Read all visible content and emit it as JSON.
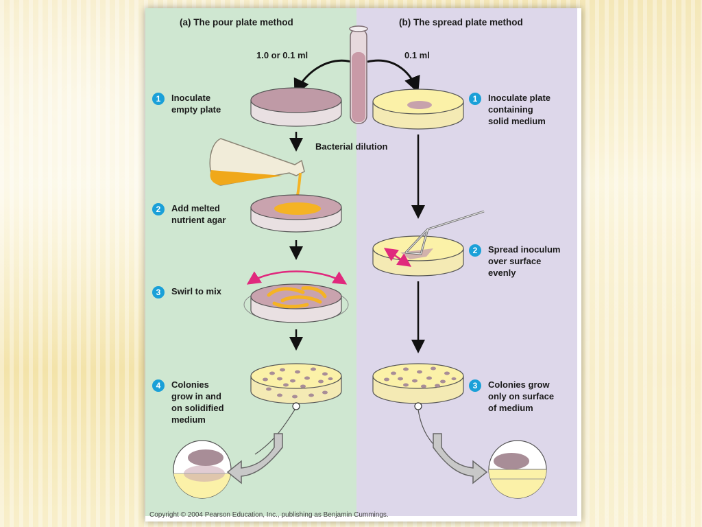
{
  "pour": {
    "title": "(a) The pour plate method",
    "volume": "1.0 or 0.1 ml",
    "step1_num": "1",
    "step1": "Inoculate\nempty plate",
    "step2_num": "2",
    "step2": "Add melted\nnutrient agar",
    "step3_num": "3",
    "step3": "Swirl to mix",
    "step4_num": "4",
    "step4": "Colonies\ngrow in and\non solidified\nmedium"
  },
  "spread": {
    "title": "(b) The spread plate method",
    "volume": "0.1 ml",
    "step1_num": "1",
    "step1": "Inoculate plate\ncontaining\nsolid medium",
    "step2_num": "2",
    "step2": "Spread inoculum\nover surface\nevenly",
    "step3_num": "3",
    "step3": "Colonies grow\nonly on surface\nof medium"
  },
  "tube_label": "Bacterial dilution",
  "copyright": "Copyright © 2004 Pearson Education, Inc., publishing as Benjamin Cummings.",
  "colors": {
    "pour_bg": "#cfe7d1",
    "spread_bg": "#ddd7ea",
    "agar": "#fbf1a8",
    "inoculum": "#c7a2ac",
    "molten_agar": "#f5b324",
    "step_badge": "#1aa0d8",
    "arrow_magenta": "#e0297d"
  }
}
